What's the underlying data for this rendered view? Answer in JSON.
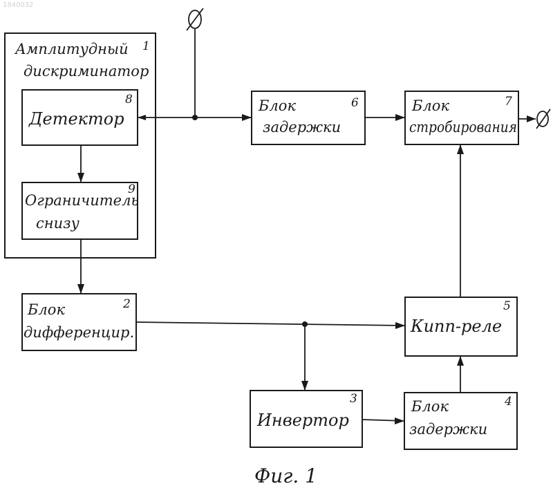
{
  "watermark": "1840032",
  "caption": "Фиг. 1",
  "terminal_symbol": "∅",
  "blocks": {
    "amplitude_discriminator": {
      "line1": "Амплитудный",
      "line2": "дискриминатор",
      "number": "1"
    },
    "detector": {
      "line1": "Детектор",
      "number": "8"
    },
    "limiter": {
      "line1": "Ограничитель",
      "line2": "снизу",
      "number": "9"
    },
    "differentiator": {
      "line1": "Блок",
      "line2": "дифференцир.",
      "number": "2"
    },
    "inverter": {
      "line1": "Инвертор",
      "number": "3"
    },
    "delay2": {
      "line1": "Блок",
      "line2": "задержки",
      "number": "4"
    },
    "flipflop": {
      "line1": "Кипп-реле",
      "number": "5"
    },
    "delay1": {
      "line1": "Блок",
      "line2": "задержки",
      "number": "6"
    },
    "strobe": {
      "line1": "Блок",
      "line2": "стробирования",
      "number": "7"
    }
  }
}
